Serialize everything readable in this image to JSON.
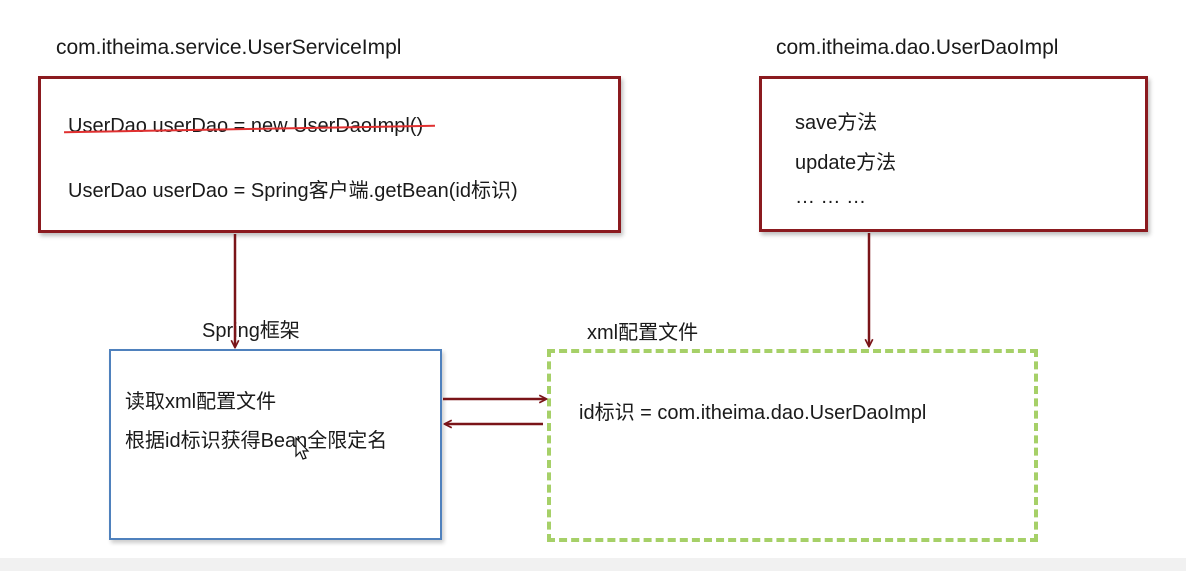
{
  "service_box": {
    "title": "com.itheima.service.UserServiceImpl",
    "struck_line": "UserDao userDao = new UserDaoImpl()",
    "line2": "UserDao userDao = Spring客户端.getBean(id标识)"
  },
  "dao_box": {
    "title": "com.itheima.dao.UserDaoImpl",
    "items": [
      "save方法",
      "update方法",
      "… … …"
    ]
  },
  "spring_box": {
    "title": "Spring框架",
    "line1": "读取xml配置文件",
    "line2": "根据id标识获得Bean全限定名"
  },
  "xml_box": {
    "title": "xml配置文件",
    "line1": "id标识 = com.itheima.dao.UserDaoImpl"
  },
  "colors": {
    "red_border": "#8b1a1f",
    "arrow": "#7a1418",
    "blue_border": "#4f81bd",
    "green_dashed": "#a6d068",
    "strike": "#e03030"
  }
}
